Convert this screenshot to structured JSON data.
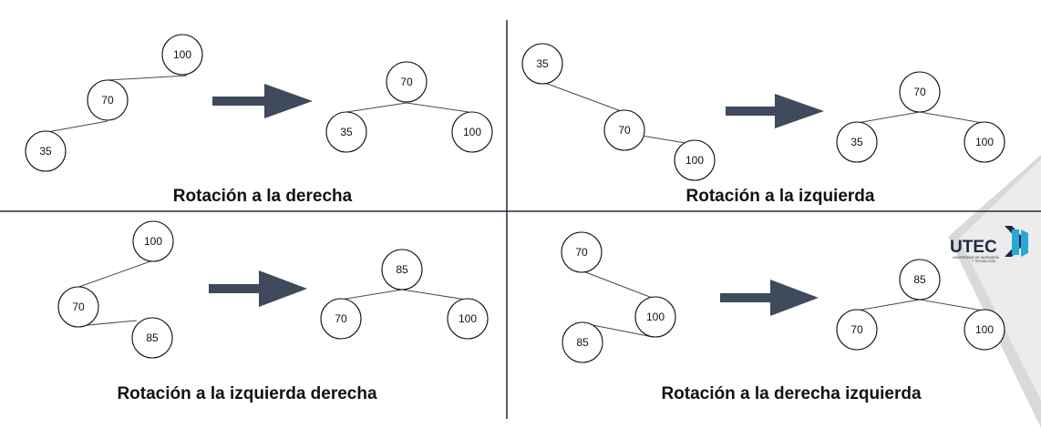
{
  "panels": [
    {
      "caption": "Rotación a la derecha",
      "before": {
        "nodes": [
          "100",
          "70",
          "35"
        ]
      },
      "after": {
        "root": "70",
        "left": "35",
        "right": "100"
      }
    },
    {
      "caption": "Rotación a la izquierda",
      "before": {
        "nodes": [
          "35",
          "70",
          "100"
        ]
      },
      "after": {
        "root": "70",
        "left": "35",
        "right": "100"
      }
    },
    {
      "caption": "Rotación a la izquierda derecha",
      "before": {
        "nodes": [
          "100",
          "70",
          "85"
        ]
      },
      "after": {
        "root": "85",
        "left": "70",
        "right": "100"
      }
    },
    {
      "caption": "Rotación a la derecha izquierda",
      "before": {
        "nodes": [
          "70",
          "100",
          "85"
        ]
      },
      "after": {
        "root": "85",
        "left": "70",
        "right": "100"
      }
    }
  ],
  "logo": {
    "text": "UTEC",
    "subtitle_1": "UNIVERSIDAD DE INGENIERÍA",
    "subtitle_2": "Y TECNOLOGÍA",
    "colors": {
      "primary": "#1f2a44",
      "accent": "#2aa7d6"
    }
  },
  "colors": {
    "arrow": "#3f4a5c",
    "divider": "#222b38",
    "edge": "#3d4a63"
  }
}
